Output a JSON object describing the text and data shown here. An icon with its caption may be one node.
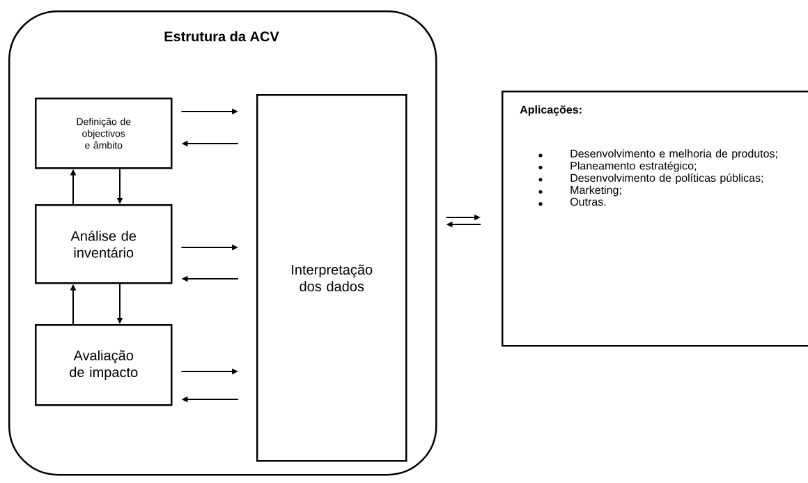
{
  "diagram": {
    "nodes": [
      {
        "text": [
          "Estrutura da ACV"
        ]
      },
      {
        "text": [
          "Definição de objectivos e âmbito"
        ],
        "in": 0
      },
      {
        "text": [
          "Análise de inventário"
        ],
        "in": 0
      },
      {
        "text": [
          "Avaliação de impacto"
        ],
        "in": 0
      },
      {
        "text": [
          "Interpretação dos dados"
        ],
        "in": 0
      },
      {
        "text": [
          "Aplicações:",
          "Desenvolvimento e melhoria de produtos;",
          "Planeamento estratégico;",
          "Desenvolvimento de políticas públicas;",
          "Marketing;",
          "Outras."
        ]
      }
    ],
    "edges": [
      {
        "from": 1,
        "to": 4,
        "arrow": "to"
      },
      {
        "from": 4,
        "to": 1,
        "arrow": "to"
      },
      {
        "from": 2,
        "to": 4,
        "arrow": "to"
      },
      {
        "from": 4,
        "to": 2,
        "arrow": "to"
      },
      {
        "from": 3,
        "to": 4,
        "arrow": "to"
      },
      {
        "from": 4,
        "to": 3,
        "arrow": "to"
      },
      {
        "from": 2,
        "to": 1,
        "arrow": "to"
      },
      {
        "from": 1,
        "to": 2,
        "arrow": "to"
      },
      {
        "from": 3,
        "to": 2,
        "arrow": "to"
      },
      {
        "from": 2,
        "to": 3,
        "arrow": "to"
      },
      {
        "from": 0,
        "to": 5,
        "arrow": "to"
      },
      {
        "from": 5,
        "to": 0,
        "arrow": "to"
      }
    ]
  }
}
